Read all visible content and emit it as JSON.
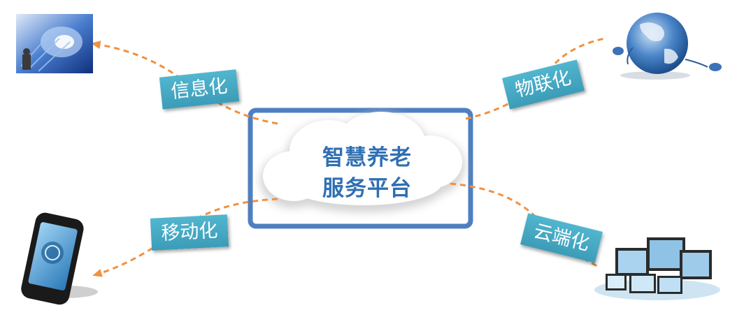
{
  "center": {
    "line1": "智慧养老",
    "line2": "服务平台"
  },
  "nodes": {
    "info": {
      "label": "信息化",
      "picture": "sci-fi-tunnel-image"
    },
    "iot": {
      "label": "物联化",
      "picture": "globe-with-mice-image"
    },
    "mobile": {
      "label": "移动化",
      "picture": "smartphone-image"
    },
    "cloud": {
      "label": "云端化",
      "picture": "monitors-cluster-image"
    }
  },
  "colors": {
    "frame": "#4f7fc0",
    "connector": "#f0913e",
    "label_bg": "#45a8c2",
    "center_text": "#2f6fb3"
  }
}
